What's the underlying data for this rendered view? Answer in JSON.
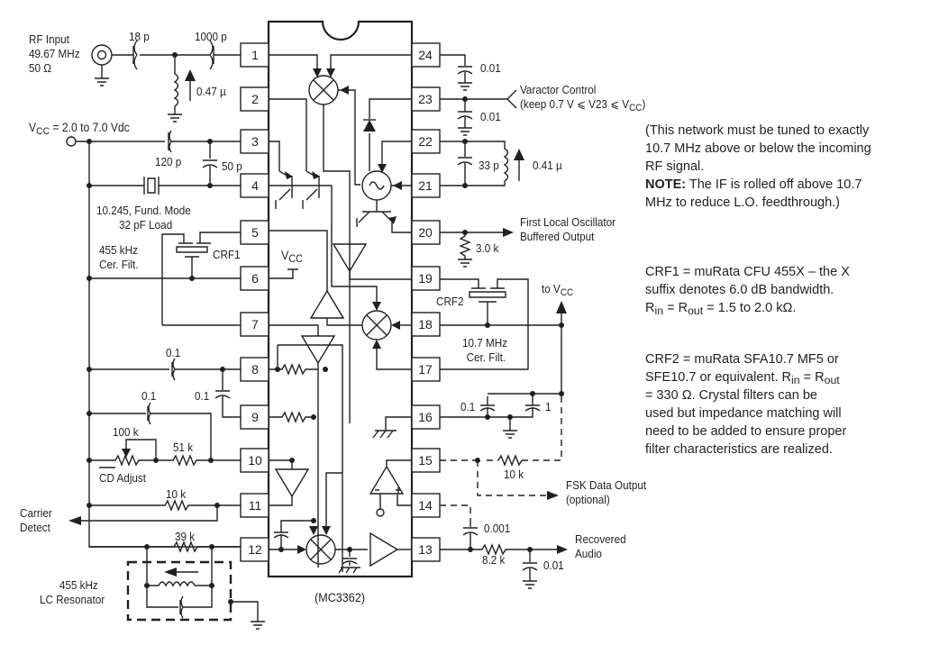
{
  "chip": {
    "part_number": "(MC3362)",
    "pins_left": [
      "1",
      "2",
      "3",
      "4",
      "5",
      "6",
      "7",
      "8",
      "9",
      "10",
      "11",
      "12"
    ],
    "pins_right": [
      "24",
      "23",
      "22",
      "21",
      "20",
      "19",
      "18",
      "17",
      "16",
      "15",
      "14",
      "13"
    ],
    "internal_vcc_label": "V",
    "internal_vcc_sub": "CC"
  },
  "rf_input": {
    "line1": "RF Input",
    "line2": "49.67 MHz",
    "line3": "50 Ω"
  },
  "components": {
    "c_18p": "18 p",
    "c_1000p": "1000 p",
    "l_047u": "0.47 µ",
    "vcc_prefix": "V",
    "vcc_sub": "CC",
    "vcc_value": " = 2.0 to 7.0 Vdc",
    "c_120p": "120 p",
    "c_50p": "50 p",
    "crystal_line1": "10.245, Fund. Mode",
    "crystal_line2": "32 pF Load",
    "crf1_desc_line1": "455 kHz",
    "crf1_desc_line2": "Cer. Filt.",
    "crf1": "CRF1",
    "c_01_pin8": "0.1",
    "c_01_pin8_9": "0.1",
    "c_01_pin9": "0.1",
    "r_100k": "100 k",
    "r_51k": "51 k",
    "cd_adjust": "CD Adjust",
    "r_10k_pin11": "10 k",
    "carrier_detect_line1": "Carrier",
    "carrier_detect_line2": "Detect",
    "r_39k": "39 k",
    "lc_res_line1": "455 kHz",
    "lc_res_line2": "LC Resonator",
    "c_001_pin24": "0.01",
    "c_001_pin23": "0.01",
    "varactor_line1": "Varactor Control",
    "varactor_line2_pre": "(keep 0.7 V ⩽ V23 ⩽ V",
    "varactor_line2_sub": "CC",
    "varactor_line2_post": ")",
    "c_33p": "33 p",
    "l_041u": "0.41 µ",
    "lo_out_line1": "First Local Oscillator",
    "lo_out_line2": "Buffered Output",
    "r_3k": "3.0 k",
    "crf2": "CRF2",
    "to_vcc_pre": "to V",
    "to_vcc_sub": "CC",
    "crf2_desc_line1": "10.7 MHz",
    "crf2_desc_line2": "Cer. Filt.",
    "c_01_pin16": "0.1",
    "c_1_pin16": "1",
    "r_10k_fsk": "10 k",
    "fsk_line1": "FSK Data Output",
    "fsk_line2": "(optional)",
    "c_0001": "0.001",
    "r_82k": "8.2 k",
    "c_001_audio": "0.01",
    "audio_line1": "Recovered",
    "audio_line2": "Audio"
  },
  "notes": {
    "tuning": {
      "line1": "(This network must be tuned to exactly",
      "line2": "10.7 MHz above or below the incoming",
      "line3": "RF signal.",
      "note_label": "NOTE:",
      "line4_rest": " The IF is rolled off above 10.7",
      "line5": "MHz to reduce L.O. feedthrough.)"
    },
    "crf1": {
      "line1": "CRF1 = muRata CFU 455X – the X",
      "line2": "suffix denotes 6.0 dB bandwidth.",
      "r_in": "R",
      "in_sub": "in",
      "eq1": " = R",
      "out_sub": "out",
      "line3_rest": " = 1.5 to 2.0 kΩ."
    },
    "crf2": {
      "line1": "CRF2 = muRata SFA10.7 MF5 or",
      "line2_pre": "SFE10.7 or equivalent. R",
      "in_sub": "in",
      "eq": " = R",
      "out_sub": "out",
      "line3": "= 330 Ω. Crystal filters can be",
      "line4": "used but impedance matching will",
      "line5": "need to be added to ensure proper",
      "line6": "filter characteristics are realized."
    }
  }
}
